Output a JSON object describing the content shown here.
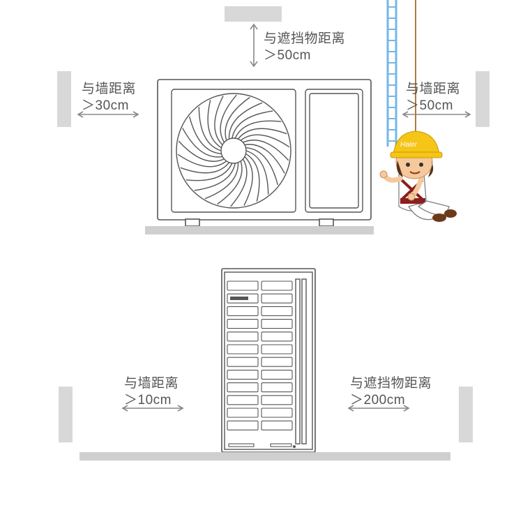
{
  "colors": {
    "outline": "#555555",
    "wall": "#d8d8d8",
    "wall_light": "#ececec",
    "ground": "#cfcfcf",
    "helmet": "#f5c518",
    "ladder": "#74b7e8",
    "shirt": "#ffffff",
    "harness": "#8b1e1e",
    "skin": "#f6c99c",
    "hair": "#5a3216"
  },
  "top_unit": {
    "top_label": {
      "line1": "与遮挡物距离",
      "line2": "＞50cm"
    },
    "left_label": {
      "line1": "与墙距离",
      "line2": "＞30cm"
    },
    "right_label": {
      "line1": "与墙距离",
      "line2": "＞50cm"
    },
    "helmet_brand": "Haier"
  },
  "bottom_unit": {
    "left_label": {
      "line1": "与墙距离",
      "line2": "＞10cm"
    },
    "right_label": {
      "line1": "与遮挡物距离",
      "line2": "＞200cm"
    }
  },
  "icons": [
    "fan-icon",
    "worker-icon",
    "ladder-icon"
  ]
}
